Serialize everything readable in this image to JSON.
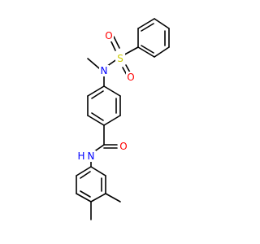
{
  "colors": {
    "bond": "#000000",
    "carbon": "#000000",
    "nitrogen": "#0000FF",
    "oxygen": "#FF0000",
    "sulfur": "#CCCC00",
    "background": "#FFFFFF"
  },
  "atoms": [
    {
      "id": "s1",
      "label": "S",
      "element": "sulfur"
    },
    {
      "id": "o1",
      "label": "O",
      "element": "oxygen"
    },
    {
      "id": "o2",
      "label": "O",
      "element": "oxygen"
    },
    {
      "id": "n1",
      "label": "N",
      "element": "nitrogen"
    },
    {
      "id": "o3",
      "label": "O",
      "element": "oxygen"
    },
    {
      "id": "n2",
      "label": "N",
      "element": "nitrogen"
    },
    {
      "id": "h2",
      "label": "H",
      "element": "nitrogen"
    }
  ]
}
